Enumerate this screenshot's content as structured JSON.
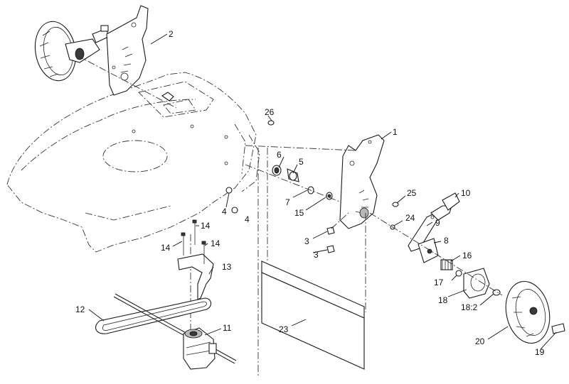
{
  "callouts": [
    {
      "id": "c1",
      "text": "1"
    },
    {
      "id": "c2",
      "text": "2"
    },
    {
      "id": "c3a",
      "text": "3"
    },
    {
      "id": "c3b",
      "text": "3"
    },
    {
      "id": "c4a",
      "text": "4"
    },
    {
      "id": "c4b",
      "text": "4"
    },
    {
      "id": "c5",
      "text": "5"
    },
    {
      "id": "c6",
      "text": "6"
    },
    {
      "id": "c7",
      "text": "7"
    },
    {
      "id": "c8",
      "text": "8"
    },
    {
      "id": "c9",
      "text": "9"
    },
    {
      "id": "c10",
      "text": "10"
    },
    {
      "id": "c11",
      "text": "11"
    },
    {
      "id": "c12",
      "text": "12"
    },
    {
      "id": "c13",
      "text": "13"
    },
    {
      "id": "c14a",
      "text": "14"
    },
    {
      "id": "c14b",
      "text": "14"
    },
    {
      "id": "c14c",
      "text": "14"
    },
    {
      "id": "c15",
      "text": "15"
    },
    {
      "id": "c16",
      "text": "16"
    },
    {
      "id": "c17",
      "text": "17"
    },
    {
      "id": "c18",
      "text": "18"
    },
    {
      "id": "c18b",
      "text": "18:2"
    },
    {
      "id": "c19",
      "text": "19"
    },
    {
      "id": "c20",
      "text": "20"
    },
    {
      "id": "c23",
      "text": "23"
    },
    {
      "id": "c24",
      "text": "24"
    },
    {
      "id": "c25",
      "text": "25"
    },
    {
      "id": "c26",
      "text": "26"
    }
  ]
}
